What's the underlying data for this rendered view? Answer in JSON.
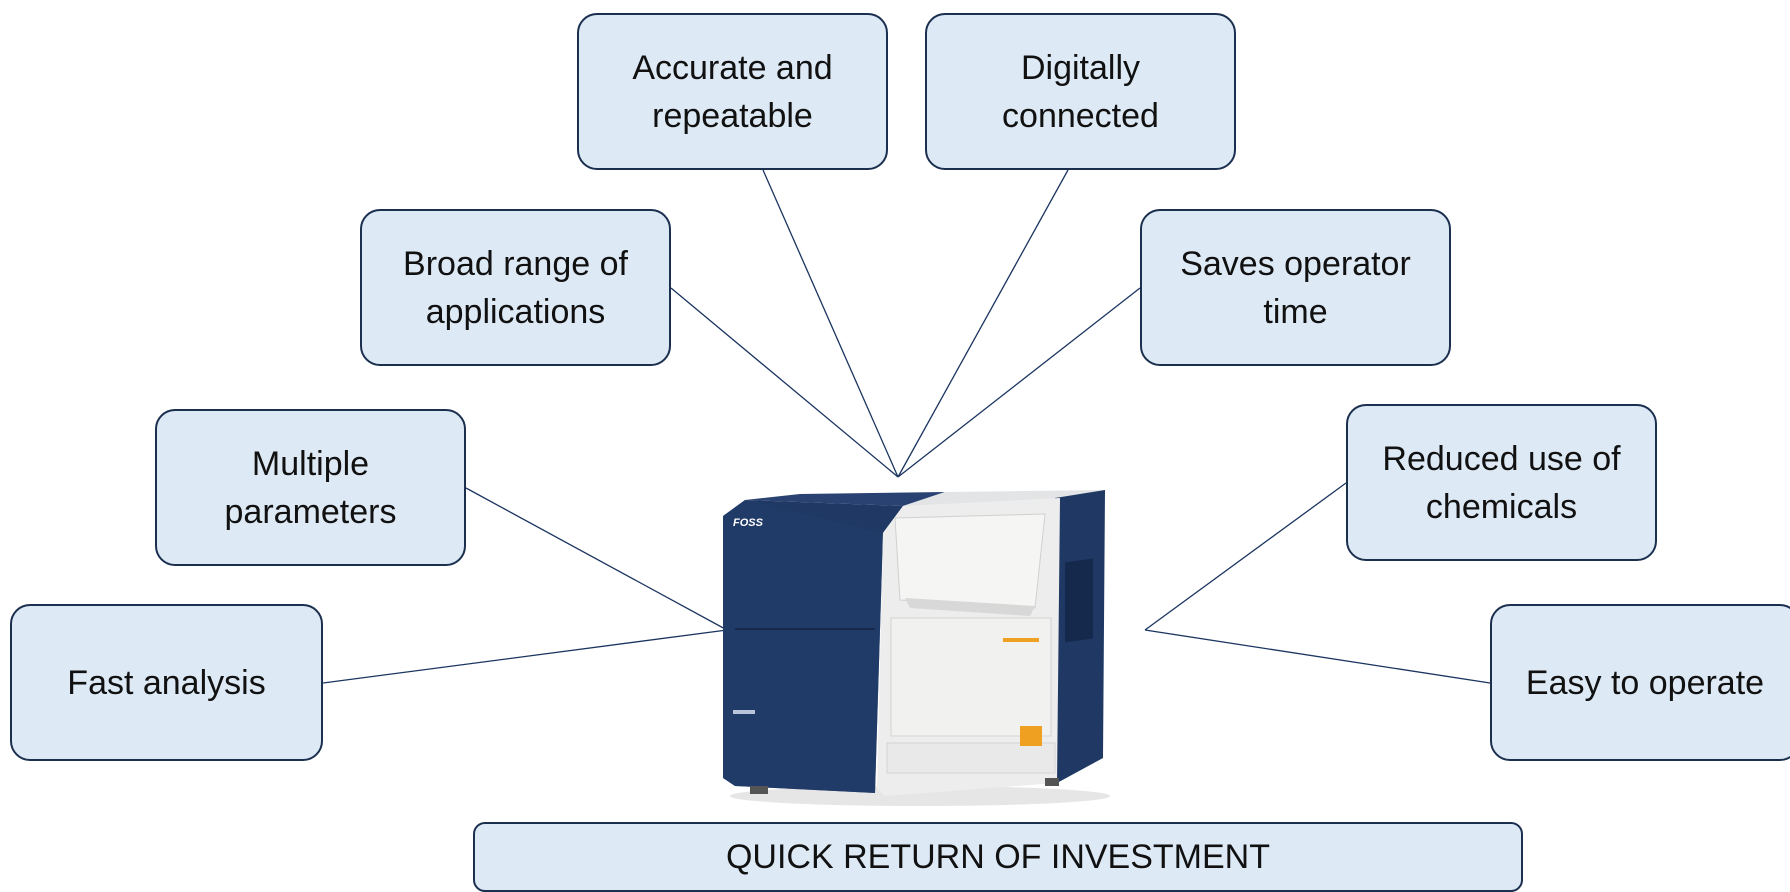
{
  "benefits": {
    "accurate": "Accurate and\nrepeatable",
    "digital": "Digitally\nconnected",
    "broad": "Broad range of\napplications",
    "saves": "Saves operator\ntime",
    "multiple": "Multiple\nparameters",
    "reduced": "Reduced use of\nchemicals",
    "fast": "Fast analysis",
    "easy": "Easy to operate"
  },
  "banner": "QUICK RETURN OF INVESTMENT",
  "instrument": {
    "brand": "FOSS",
    "icon": "analyzer-instrument-image"
  },
  "colors": {
    "box_fill": "#dde9f5",
    "box_border": "#1b2f4f",
    "connector": "#1b3560",
    "instrument_blue": "#1f3864",
    "instrument_accent": "#f0a020"
  }
}
